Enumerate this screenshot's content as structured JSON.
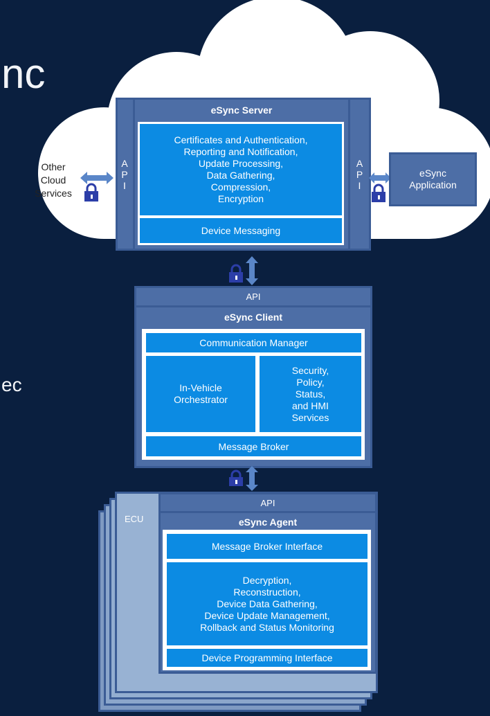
{
  "background_text": {
    "title_fragment": "nc",
    "side_fragment": "ec"
  },
  "server": {
    "title": "eSync Server",
    "services": "Certificates and Authentication,\nReporting and Notification,\nUpdate Processing,\nData Gathering,\nCompression,\nEncryption",
    "messaging": "Device Messaging",
    "api_left": "A\nP\nI",
    "api_right": "A\nP\nI"
  },
  "other_cloud": "Other\nCloud\nServices",
  "application": "eSync\nApplication",
  "client": {
    "api": "API",
    "title": "eSync Client",
    "comm_manager": "Communication Manager",
    "orchestrator": "In-Vehicle\nOrchestrator",
    "security": "Security,\nPolicy,\nStatus,\nand HMI\nServices",
    "broker": "Message Broker"
  },
  "agent": {
    "ecu": "ECU",
    "api": "API",
    "title": "eSync Agent",
    "broker_interface": "Message Broker Interface",
    "functions": "Decryption,\nReconstruction,\nDevice Data Gathering,\nDevice Update Management,\nRollback and Status Monitoring",
    "programming_interface": "Device Programming Interface"
  },
  "colors": {
    "background": "#0a1f3f",
    "component_blue": "#0c8be3",
    "slate": "#4d6ea6",
    "cloud": "#ffffff",
    "ecu": "#98b2d3",
    "lock": "#2c3ea8",
    "arrow": "#5a86c8"
  },
  "icons": [
    "lock-icon",
    "double-arrow-icon"
  ]
}
